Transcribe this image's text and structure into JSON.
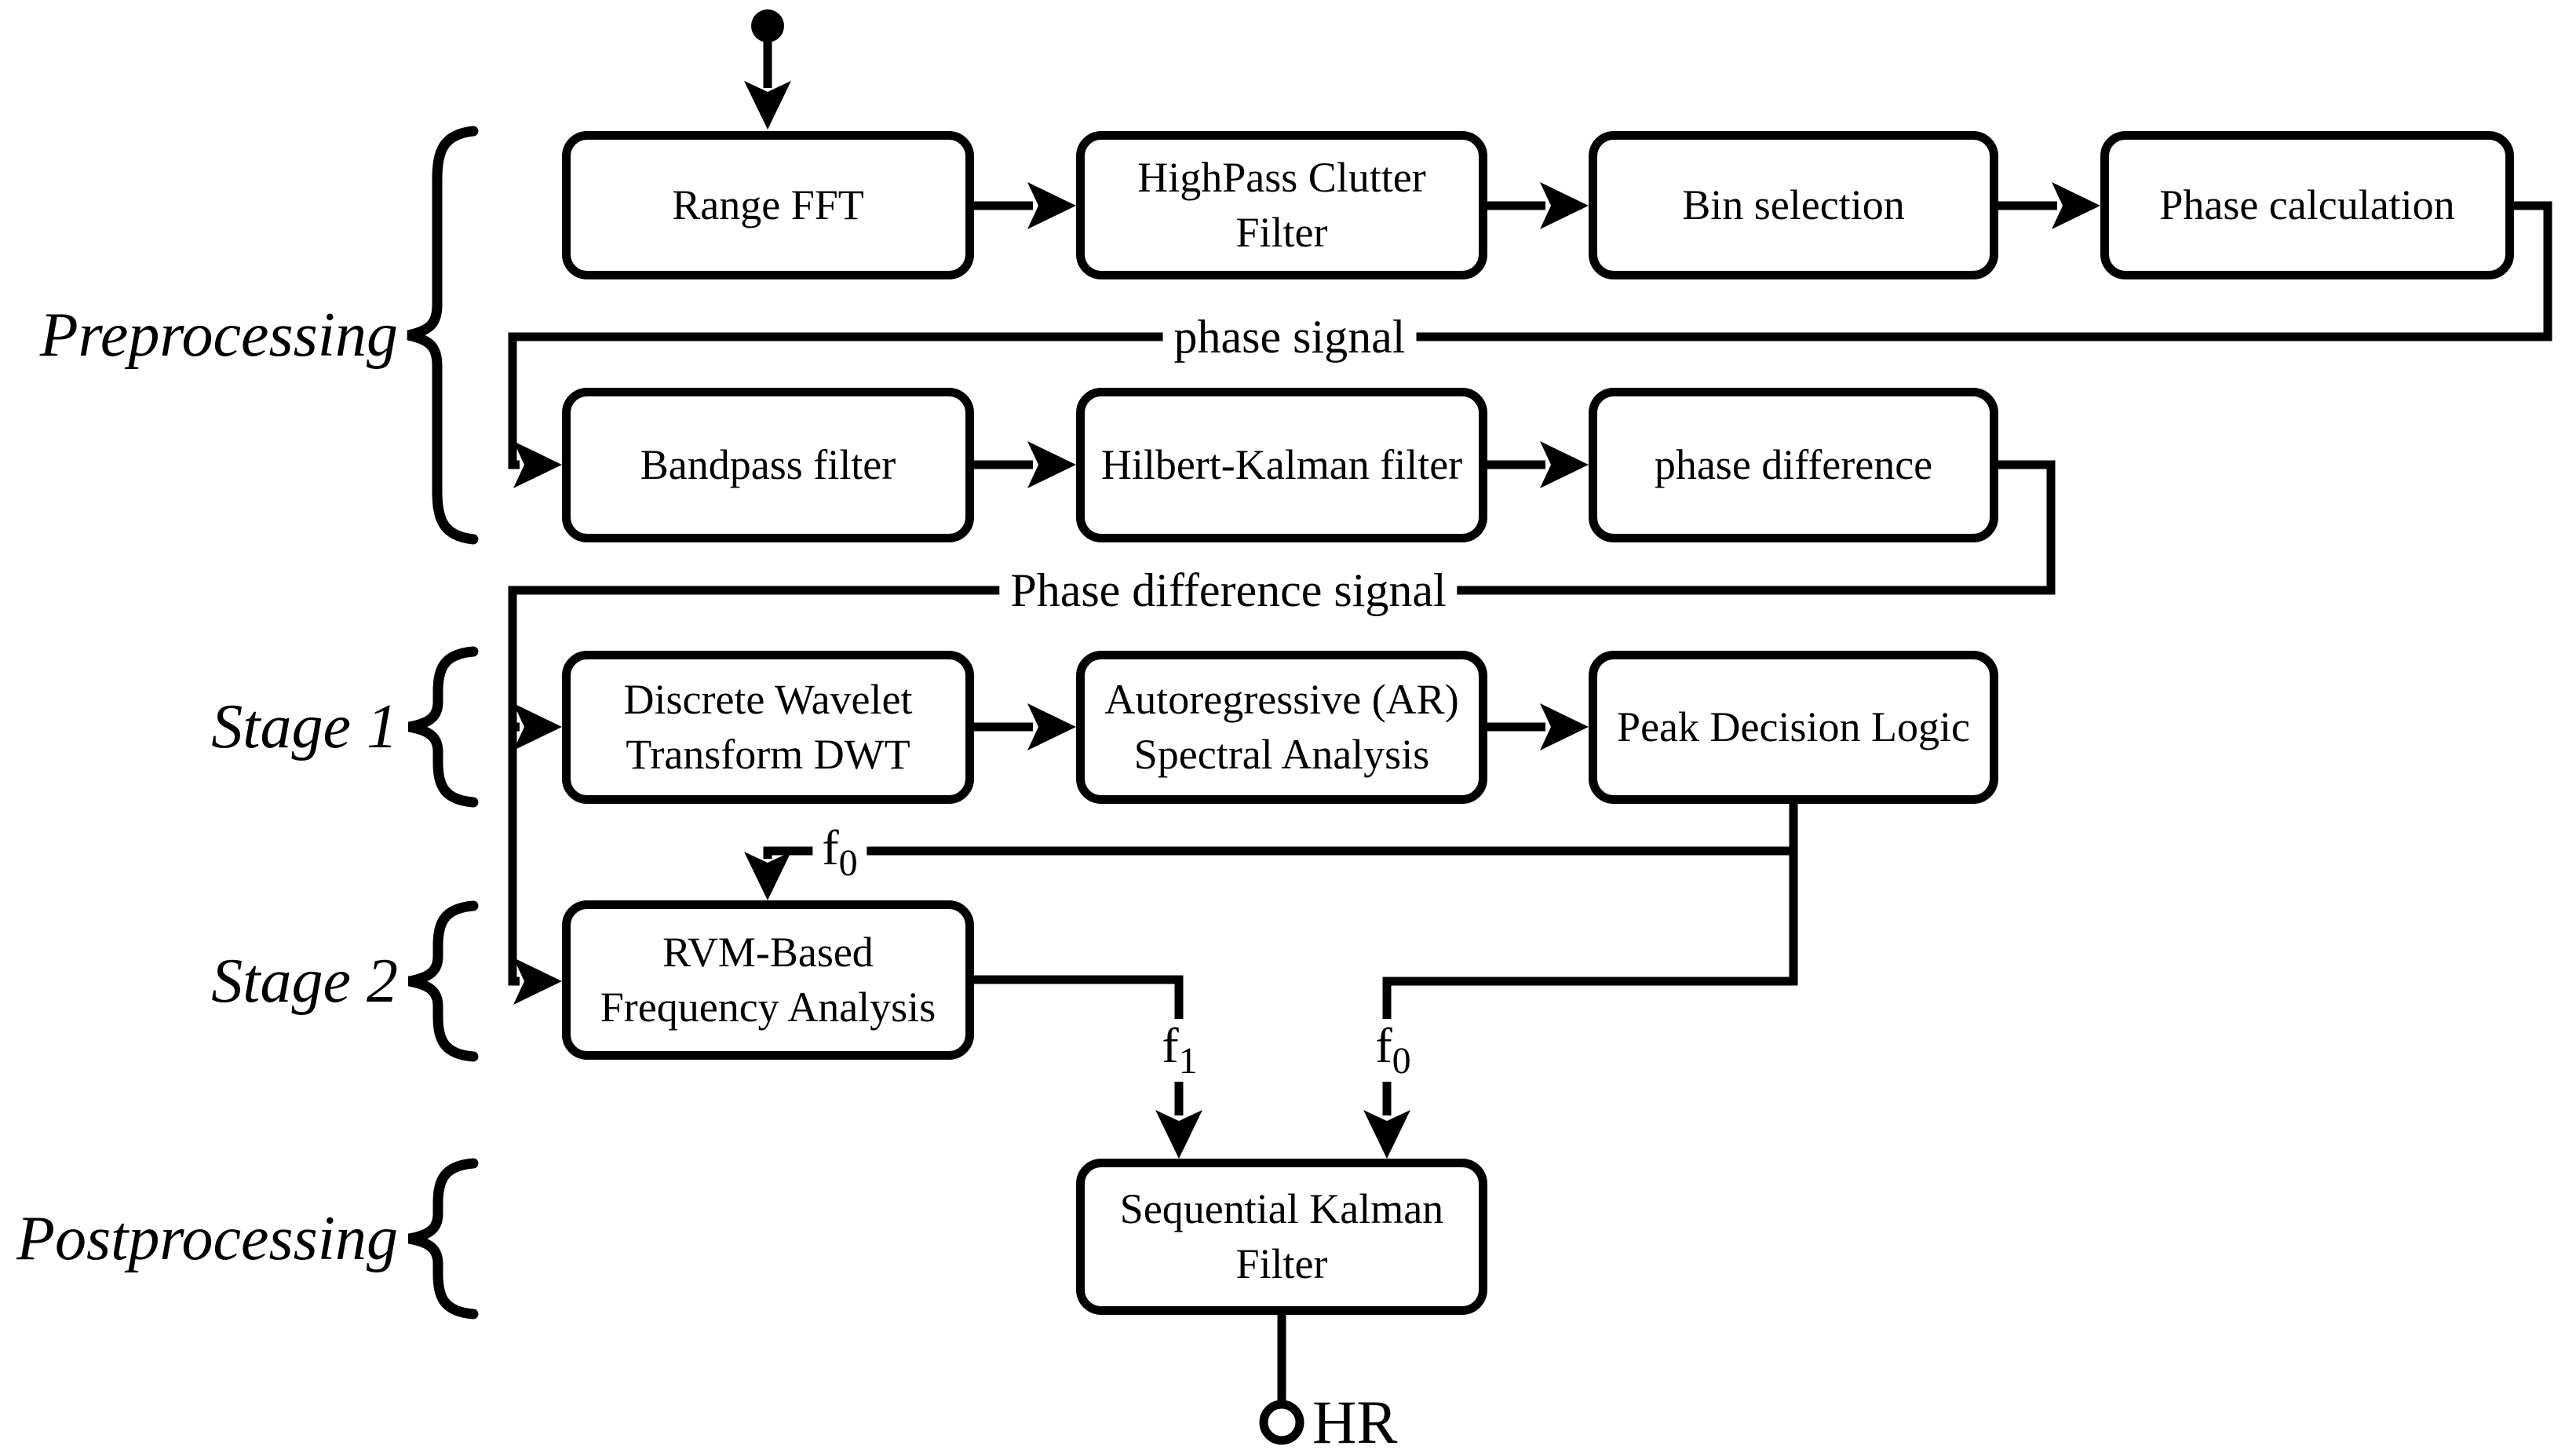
{
  "diagram": {
    "title_hint": "Heart-rate estimation signal processing flowchart",
    "colors": {
      "line": "#000000",
      "background": "#ffffff",
      "text": "#000000"
    },
    "stages": [
      {
        "label": "Preprocessing"
      },
      {
        "label": "Stage 1"
      },
      {
        "label": "Stage 2"
      },
      {
        "label": "Postprocessing"
      }
    ],
    "nodes": {
      "range_fft": "Range FFT",
      "highpass_clutter_filter": "HighPass Clutter\nFilter",
      "bin_selection": "Bin selection",
      "phase_calculation": "Phase calculation",
      "bandpass_filter": "Bandpass filter",
      "hilbert_kalman_filter": "Hilbert-Kalman filter",
      "phase_difference": "phase difference",
      "discrete_wavelet_transform": "Discrete Wavelet\nTransform DWT",
      "autoregressive_spectral_analysis": "Autoregressive (AR)\nSpectral Analysis",
      "peak_decision_logic": "Peak Decision Logic",
      "rvm_frequency_analysis": "RVM-Based\nFrequency Analysis",
      "sequential_kalman_filter": "Sequential Kalman\nFilter"
    },
    "edge_labels": {
      "phase_signal": "phase signal",
      "phase_difference_signal": "Phase difference signal",
      "f0_to_stage2": {
        "base": "f",
        "sub": "0"
      },
      "f1_to_postprocessing": {
        "base": "f",
        "sub": "1"
      },
      "f0_to_postprocessing": {
        "base": "f",
        "sub": "0"
      },
      "output": "HR"
    }
  }
}
